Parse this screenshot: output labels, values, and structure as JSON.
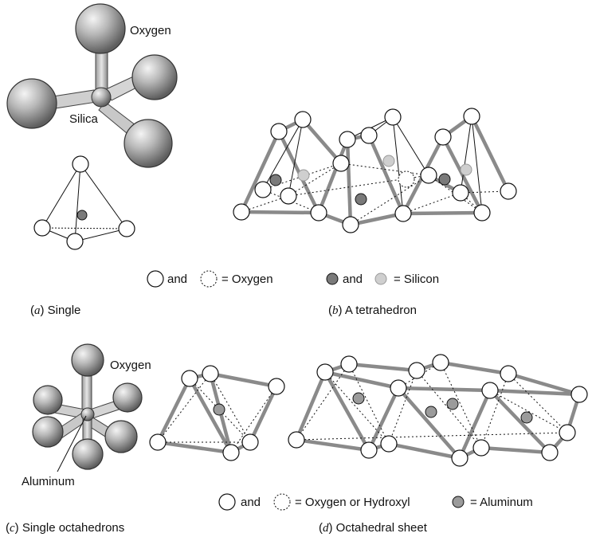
{
  "panel_a": {
    "oxygen_label": "Oxygen",
    "silica_label": "Silica",
    "caption_letter": "a",
    "caption_text": "Single"
  },
  "panel_b": {
    "caption_letter": "b",
    "caption_text": "A tetrahedron"
  },
  "legend_silica": {
    "and_1": "and",
    "eq_oxygen": "= Oxygen",
    "and_2": "and",
    "eq_silicon": "= Silicon"
  },
  "panel_c": {
    "oxygen_label": "Oxygen",
    "aluminum_label": "Aluminum",
    "caption_letter": "c",
    "caption_text": "Single octahedrons"
  },
  "panel_d": {
    "caption_letter": "d",
    "caption_text": "Octahedral sheet"
  },
  "legend_octa": {
    "and_1": "and",
    "eq_oxygen": "= Oxygen or Hydroxyl",
    "eq_aluminum": "= Aluminum"
  },
  "colors": {
    "edge_grey": "#8a8a8a",
    "silicon_dark": "#7a7a7a",
    "silicon_light": "#cfcfcf",
    "aluminum": "#9b9b9b"
  }
}
